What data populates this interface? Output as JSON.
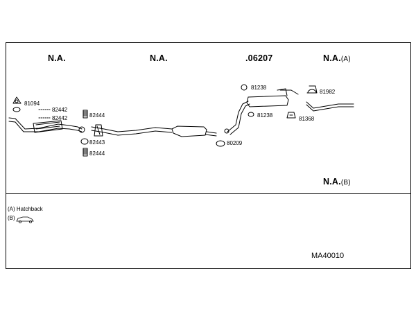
{
  "headers": {
    "col1": "N.A.",
    "col2": "N.A.",
    "col3": ".06207",
    "col4": "N.A.",
    "col4_suffix": "(A)",
    "lower": "N.A.",
    "lower_suffix": "(B)"
  },
  "parts": {
    "p81094": "81094",
    "p82442a": "82442",
    "p82442b": "82442",
    "p82444a": "82444",
    "p82443": "82443",
    "p82444b": "82444",
    "p80209": "80209",
    "p81238a": "81238",
    "p81238b": "81238",
    "p81368": "81368",
    "p81982": "81982"
  },
  "legend": {
    "a": "(A) Hatchback",
    "b": "(B)"
  },
  "reference": "MA40010"
}
